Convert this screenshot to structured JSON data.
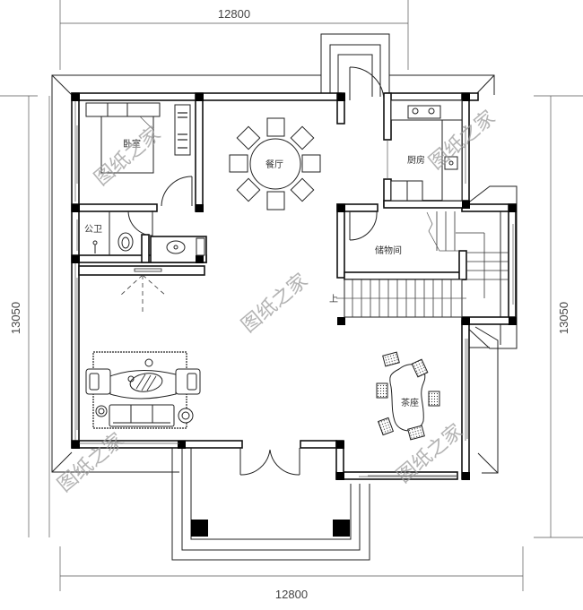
{
  "drawing": {
    "type": "floor-plan",
    "dimensions": {
      "top_width": "12800",
      "bottom_width": "12800",
      "left_height": "13050",
      "right_height": "13050"
    },
    "rooms": [
      {
        "id": "bedroom",
        "label": "卧室"
      },
      {
        "id": "dining",
        "label": "餐厅"
      },
      {
        "id": "kitchen",
        "label": "厨房"
      },
      {
        "id": "bathroom",
        "label": "公卫"
      },
      {
        "id": "storage",
        "label": "储物间"
      },
      {
        "id": "tea",
        "label": "茶座"
      }
    ],
    "stair_label": "上",
    "watermark": "图纸之家"
  },
  "colors": {
    "line": "#222222",
    "column": "#000000",
    "dimension_text": "#444444",
    "watermark": "#9a9a9a",
    "background": "#ffffff"
  }
}
